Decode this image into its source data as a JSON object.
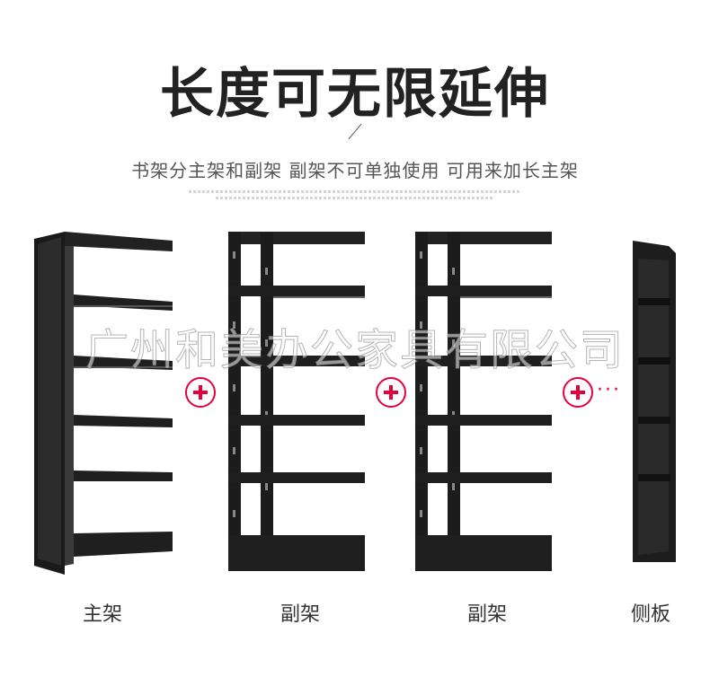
{
  "title": "长度可无限延伸",
  "subtitle": "书架分主架和副架  副架不可单独使用  可用来加长主架",
  "watermark": "广州和美办公家具有限公司",
  "labels": {
    "main": "主架",
    "sub1": "副架",
    "sub2": "副架",
    "side": "侧板"
  },
  "more_indicator": "···",
  "colors": {
    "shelf": "#1c1c1c",
    "accent": "#e4003a",
    "title": "#222222"
  },
  "icons": [
    "plus-icon",
    "plus-icon",
    "plus-icon"
  ]
}
